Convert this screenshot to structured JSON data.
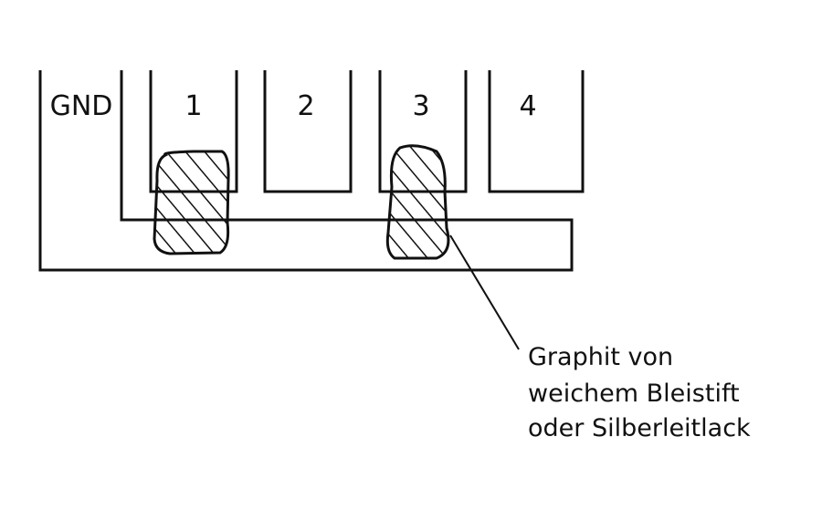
{
  "diagram": {
    "pads": [
      {
        "label": "GND"
      },
      {
        "label": "1"
      },
      {
        "label": "2"
      },
      {
        "label": "3"
      },
      {
        "label": "4"
      }
    ],
    "annotation": {
      "lines": [
        "Graphit von",
        "weichem Bleistift",
        "oder Silberleitlack"
      ]
    },
    "colors": {
      "ink": "#111111",
      "paper": "#ffffff"
    }
  }
}
